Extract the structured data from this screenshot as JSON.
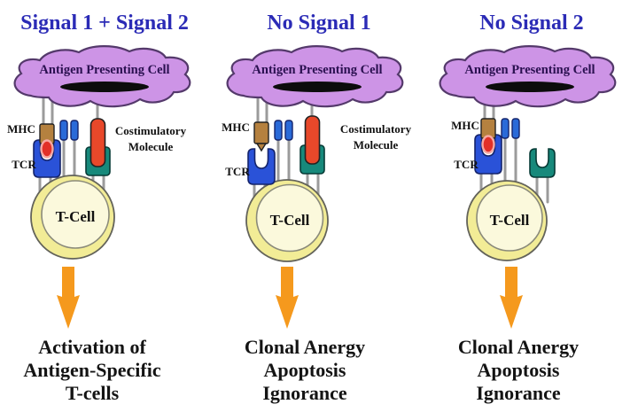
{
  "figure": {
    "description_colors": {
      "heading_blue": "#2b2bb6",
      "apc_fill": "#cd94e6",
      "apc_outline": "#54396b",
      "apc_text": "#2a1050",
      "nucleus_black": "#0c0c0c",
      "stalk_gray": "#9b9b9b",
      "mhc_tan": "#b5813f",
      "peptide_red": "#e23028",
      "peptide_glow_pink": "#f7a8a2",
      "tcr_blue": "#2a52d8",
      "coreceptor_blue": "#2a6ad8",
      "costim_orange": "#e8482a",
      "costim_receptor_teal": "#17897b",
      "tcell_ring_yellow": "#f2ec96",
      "tcell_inner_cream": "#fbf9dc",
      "arrow_orange": "#f5991d",
      "outcome_text": "#141414"
    }
  },
  "panels": [
    {
      "heading": "Signal 1 + Signal 2",
      "apc_label": "Antigen Presenting Cell",
      "mhc_label": "MHC",
      "tcr_label": "TCR",
      "costim_label": [
        "Costimulatory",
        "Molecule"
      ],
      "tcell_label": "T-Cell",
      "outcome": [
        "Activation of",
        "Antigen-Specific",
        "T-cells"
      ]
    },
    {
      "heading": "No Signal 1",
      "apc_label": "Antigen Presenting Cell",
      "mhc_label": "MHC",
      "tcr_label": "TCR",
      "costim_label": [
        "Costimulatory",
        "Molecule"
      ],
      "tcell_label": "T-Cell",
      "outcome": [
        "Clonal Anergy",
        "Apoptosis",
        "Ignorance"
      ]
    },
    {
      "heading": "No Signal 2",
      "apc_label": "Antigen Presenting Cell",
      "mhc_label": "MHC",
      "tcr_label": "TCR",
      "tcell_label": "T-Cell",
      "outcome": [
        "Clonal Anergy",
        "Apoptosis",
        "Ignorance"
      ]
    }
  ]
}
